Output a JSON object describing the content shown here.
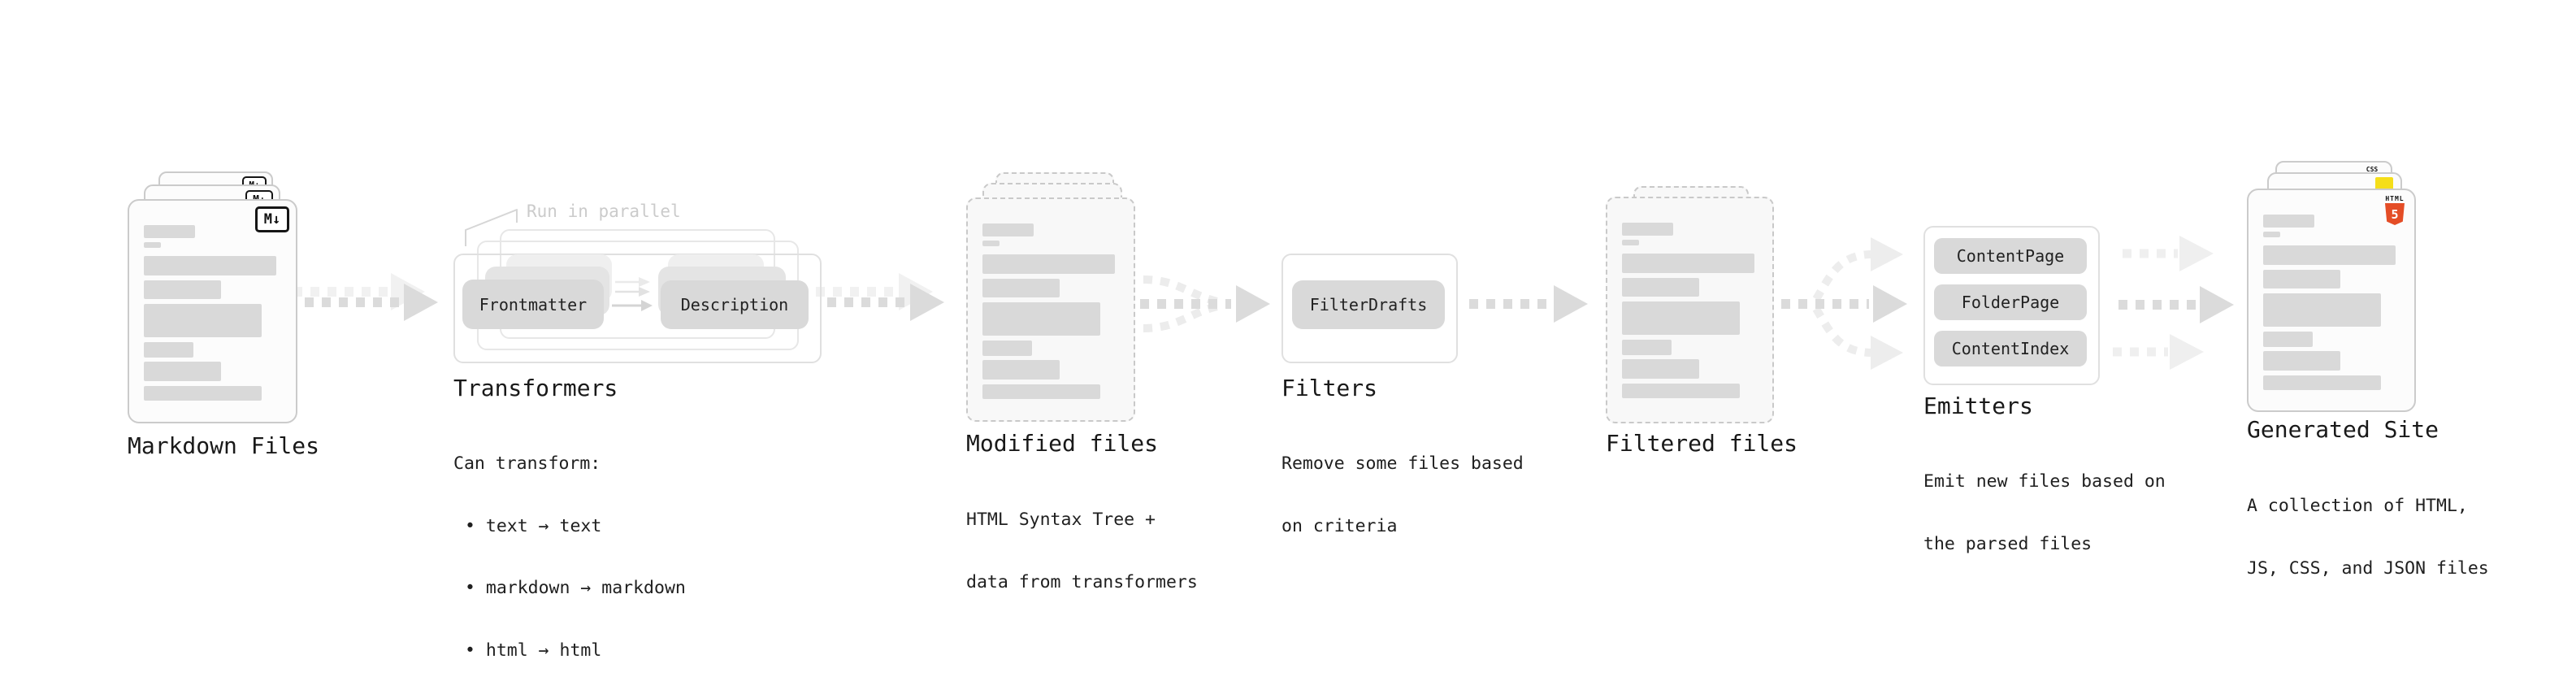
{
  "diagram": {
    "markdown": {
      "title": "Markdown Files",
      "badge": "M↓"
    },
    "transformers": {
      "title": "Transformers",
      "note": "Run in parallel",
      "pill_frontmatter": "Frontmatter",
      "pill_description": "Description",
      "desc_heading": "Can transform:",
      "bullets": [
        "• text → text",
        "• markdown → markdown",
        "• html → html"
      ]
    },
    "modified": {
      "title": "Modified files",
      "desc": [
        "HTML Syntax Tree +",
        "data from transformers"
      ]
    },
    "filters": {
      "title": "Filters",
      "pill": "FilterDrafts",
      "desc": [
        "Remove some files based",
        "on criteria"
      ]
    },
    "filtered": {
      "title": "Filtered files"
    },
    "emitters": {
      "title": "Emitters",
      "pills": [
        "ContentPage",
        "FolderPage",
        "ContentIndex"
      ],
      "desc": [
        "Emit new files based on",
        "the parsed files"
      ]
    },
    "generated": {
      "title": "Generated Site",
      "desc": [
        "A collection of HTML,",
        "JS, CSS, and JSON files"
      ],
      "css_badge": "CSS",
      "html_badge": {
        "word": "HTML",
        "number": "5"
      }
    },
    "colors": {
      "html5_orange": "#e44d26",
      "js_yellow": "#f5de19",
      "css_blue": "#2d53e5",
      "bar_gray": "#d9d9d9",
      "pill_gray": "#d9d9d9",
      "arrow_dark": "#dbdbdb",
      "arrow_ghost": "#f1f1f1"
    }
  }
}
